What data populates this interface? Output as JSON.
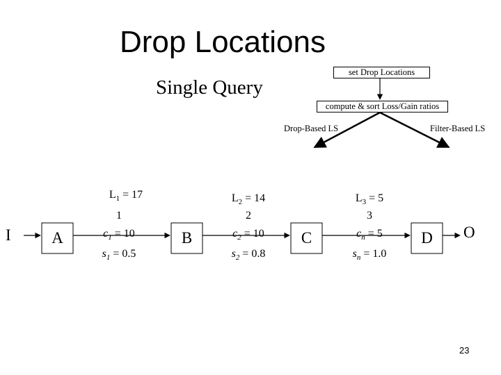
{
  "title": "Drop Locations",
  "subtitle": "Single Query",
  "flow": {
    "step1": "set Drop Locations",
    "step2": "compute & sort Loss/Gain ratios",
    "branch_left": "Drop-Based LS",
    "branch_right": "Filter-Based LS"
  },
  "pipeline": {
    "input": "I",
    "output": "O",
    "nodes": [
      "A",
      "B",
      "C",
      "D"
    ],
    "params": [
      {
        "L": "L",
        "L_sub": "1",
        "L_val": "= 17",
        "num": "1",
        "c": "c",
        "c_sub": "1",
        "c_val": "= 10",
        "s": "s",
        "s_sub": "1",
        "s_val": "= 0.5"
      },
      {
        "L": "L",
        "L_sub": "2",
        "L_val": "= 14",
        "num": "2",
        "c": "c",
        "c_sub": "2",
        "c_val": "= 10",
        "s": "s",
        "s_sub": "2",
        "s_val": "= 0.8"
      },
      {
        "L": "L",
        "L_sub": "3",
        "L_val": "= 5",
        "num": "3",
        "c": "c",
        "c_sub": "n",
        "c_val": "= 5",
        "s": "s",
        "s_sub": "n",
        "s_val": "= 1.0"
      }
    ]
  },
  "page_number": "23"
}
